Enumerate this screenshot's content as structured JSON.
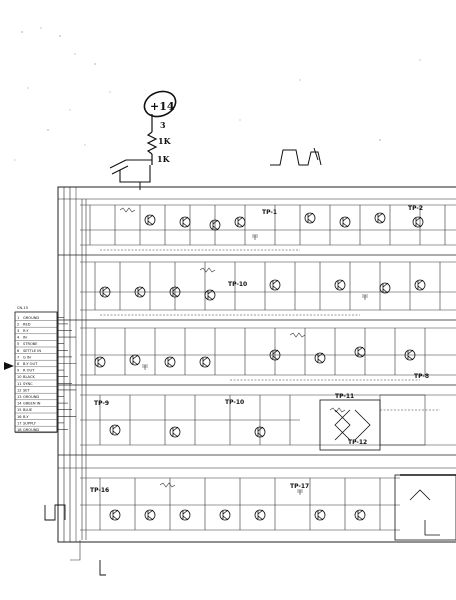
{
  "annotations": {
    "supply": "+14",
    "pin": "3",
    "resistor_a": "1K",
    "resistor_b": "1K"
  },
  "test_points": [
    "TP-1",
    "TP-2",
    "TP-10",
    "TP-8",
    "TP-9",
    "TP-10",
    "TP-11",
    "TP-12",
    "TP-16",
    "TP-17"
  ],
  "connector": {
    "title": "CN-15",
    "pins": [
      "GROUND",
      "RED",
      "R-Y",
      "IN",
      "STROBE",
      "SETTLE IN",
      "G IN",
      "B-Y OUT",
      "R OUT",
      "BLACK",
      "SYNC",
      "SET",
      "GROUND",
      "GREEN IN",
      "BLUE",
      "B-Y",
      "SUPPLY",
      "GROUND"
    ]
  },
  "colors": {
    "ink": "#111111",
    "paper": "#ffffff"
  },
  "icons": [
    "transistor-icon",
    "resistor-icon",
    "capacitor-icon",
    "waveform-icon",
    "arrow-icon"
  ]
}
